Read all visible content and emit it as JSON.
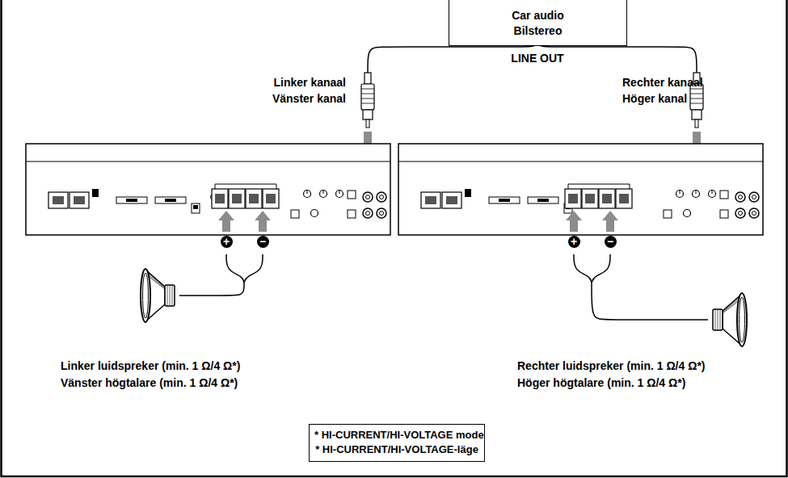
{
  "diagram": {
    "nodes": [
      {
        "text": [
          "Car audio",
          "Bilstereo"
        ]
      },
      {
        "text": [
          "* HI-CURRENT/HI-VOLTAGE mode",
          "* HI-CURRENT/HI-VOLTAGE-läge"
        ]
      }
    ],
    "labels": [
      "Linker kanaal",
      "Vänster kanal",
      "LINE OUT",
      "Rechter kanaal",
      "Höger kanal",
      "+",
      "−",
      "+",
      "−",
      "Linker luidspreker (min. 1 Ω/4 Ω*)",
      "Vänster högtalare (min. 1 Ω/4 Ω*)",
      "Rechter luidspreker (min. 1 Ω/4 Ω*)",
      "Höger högtalare (min. 1 Ω/4 Ω*)"
    ]
  }
}
